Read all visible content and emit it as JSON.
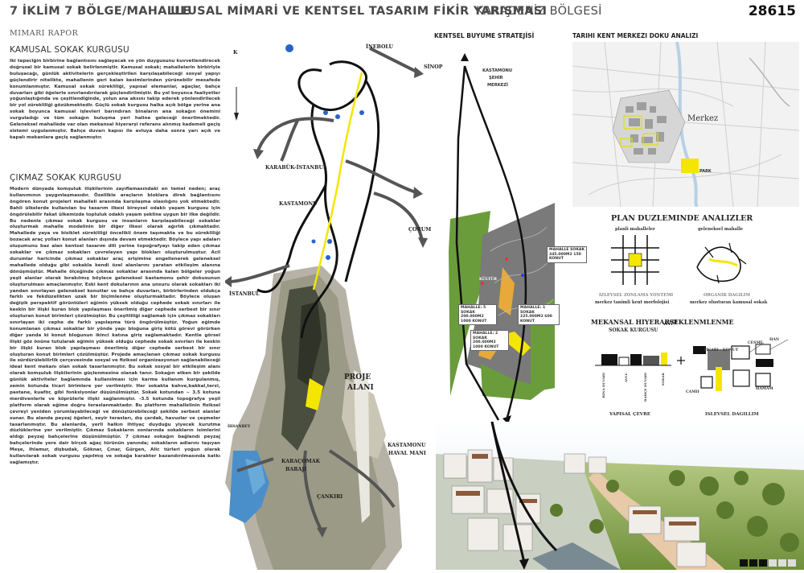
{
  "header": {
    "title_left": "7 İKLİM 7 BÖLGE/MAHALLE",
    "title_center": "ULUSAL MİMARİ VE KENTSEL TASARIM FİKİR YARIŞMASI",
    "title_region": "KARADENİZ BÖLGESİ",
    "entry_number": "28615",
    "subtitle": "MIMARI RAPOR"
  },
  "text_column": {
    "section1_title": "KAMUSAL SOKAK KURGUSU",
    "section1_body": "Iki tepeciğin birbirine bağlantısını sağlayacak ve yön duygusunu kuvvetlendirecek doğrusal bir kamusal sokak belirlenmiştir. Kamusal sokak; mahallelerin birbiriyle buluşacağı, günlük aktivitelerin gerçekleştirilen karşılaşabileceği sosyal yapıyı güçlendirir nitelikte, mahallenin geri kalan kesimlerinden yürünebilir mesafede konumlanmıştır. Kamusal sokak sürekliliği, yapısal elemanlar, ağaçlar, bahçe duvarları gibi öğelerle sınırlandırılarak güçlendirilmiştir. Bu yol boyunca faaliyetler yoğunlaştığında ve çeşitlendiğinde, yolun ana aksını takip ederek yönlendirilecek bir yol sürekliliği gözükmektedir. Güçlü sokak kurgusu halka açık bölge yerine ana sokak boyunca kamusal işlevleri barındıran binaların ana sokağın önemini vurguladığı ve tüm sokağın buluşma yeri haline geleceği önerilmektedir. Geleneksel mahallede var olan mekansal hiyerarşi referans alınmış kademeli geçiş sistemi uygulanmıştır. Bahçe duvarı kapısı ile avluya daha sonra yarı açık ve kapalı mekanlara geçiş sağlanmıştır.",
    "section2_title": "ÇIKMAZ SOKAK KURGUSU",
    "section2_body": "Modern dünyada komşuluk ilişkilerinin zayıflamasındaki en temel neden; araç kullanımının yaygınlaşmasıdır. Özellikle araçların bloklara direk bağlantısını öngören konut projeleri mahalleli arasında karşılaşma olasılığını yok etmektedir. Bahli ülkelerde kullanılan bu tasarım ilkesi bireysel odaklı yaşam kurgusu için öngörülebilir fakat ülkemizde topluluk odaklı yaşam şekline uygun bir ilke değildir. Bu nedenle çıkmaz sokak kurgusu ve insanların karşılaşabileceği sokaklar oluşturmak mahalle modelinin bir diğer ilkesi olarak ağırlık çıkmaktadır. Mahallede yaya ve bisiklet sürekliliği öncelikli önem taşımakta ve bu sürekliliği bozacak araç yolları konut alanları dışında devam etmektedir. Böylece yapı adaları oluşumunu baz alan kentsel tasarım dili yerine topoğrafyayı takip eden çıkmaz sokaklar ve çıkmaz sokakları çevreleyen yapı blokları oluşturulmuştur. Acil durumlar haricinde çıkmaz sokaklar araç erişimine engellenerek geleneksel mahallede olduğu gibi sokakla kendi özel alanlarını yaratan etkileşim alanına dönüşmüştür. Mahalle ölçeğinde çıkmaz sokaklar arasında kalan bölgeler yoğun yeşil alanlar olarak bırakılmış böylece geleneksel kastamonu şehir dokusunun oluşturulması amaçlanmıştır. Eski kent dokularının ana unsuru olarak sokakları iki yandan sınırlayan geleneksel konutlar ve bahçe duvarları, birbirlerinden oldukça farklı ve fekdüzelikten uzak bir biçimlenme oluşturmaktadır. Böylece oluşan değişik perspektif görüntüleri eğimin yüksek olduğu cephede sokak sınırları ile keskin bir ilişki kuran blok yapılaşması önerilmiş diğer cephede serbest bir sınır oluşturan konut birimleri çözülmüştür. Bu çeşitliliği sağlamak için çıkmaz sokakları sınırlayan iki cephe de farklı yapılaşma türü öngörülmüştür. Yoğun eğimde konumlanan çıkmaz sokaklar bir yönde yapı bloğuna giriş kötü görevi görürken diğer yanda ki konut bloğunun ikinci katına giriş sağlamaktadır. Kentle görsel ilişki göz önüne tutularak eğimin yüksek olduğu cephede sokak sınırları ile keskin bir ilişki kuran blok yapılaşması önerilmiş diğer cephede serbest bir sınır oluşturan konut birimleri çözülmüştür. Projede amaçlanan çıkmaz sokak kurgusu ile sürdürülebilirlik çerçevesinde sosyal ve fiziksel organizasyonun sağlanabileceği ideal kent mekanı olan sokak tasarlanmıştır. Bu sokak sosyal bir etkileşim alanı olarak komşuluk ilişkilerinin güçlenmesine olanak tanır. Sokağın etken bir şekilde günlük aktiviteler bağlamında kullanılması için karma kullanım kurgulanmış, zemin kotunda ticari birimlere yer verilmiştir. Her sokakta kahve,bakkal,terzi, pastane, kuaför, gibi fonksiyonlar düşünülmüştür. Sokak kotundan − 3.5 kotuna merdivenlerle ve köprülerle ilişki sağlanmıştır. -3.5 kotunda topoğrafya yeşil platform olarak eğime doğru teraslanmaktadır. Bu platform mahallelinin fiziksel çevreyi yeniden yorumlayabileceği ve dönüştürebileceği şekilde serbest alanlar sunar. Bu alanda peyzaj öğeleri, seyir terasları, dış çardak, havuzlar ve çeşmeler tasarlanmıştır. Bu alanlarda, yerli halkın ihtiyaç duyduğu yiyecek kurutma düzlüklerine yer verilmiştir. Çıkmaz Sokakların sonlarında sokakların isimlerini aldığı peyzaj bahçelerine düşünülmüştür. 7 çıkmaz sokağın bağlandı peyzaj bahçelerinde yere dair birçok ağaç türünün yanında; sokakların adlarını taşıyan Meşe, Ihlamur, dişbudak, Göknar, Çınar, Gürgen, Alic türleri yoğun olarak kullanılarak sokak vurgusu yapılmış ve sokağa karakter kazandırılmasında katkı sağlamıştır."
  },
  "map": {
    "labels": {
      "inebolu": "İNEBOLU",
      "sinop": "SİNOP",
      "karabuk": "KARABÜK-İSTANBUL",
      "kastamonu": "KASTAMONU",
      "corum": "ÇORUM",
      "istanbul": "İSTANBUL",
      "proje": "PROJE",
      "alani": "ALANI",
      "ihsanbey": "İHSANBEY",
      "karacomak": "KARAÇOMAK",
      "baraji": "BARAJI",
      "havalimani1": "KASTAMONU",
      "havalimani2": "HAVAL MANI",
      "cankiri": "ÇANKIRI",
      "north": "K"
    }
  },
  "strategy": {
    "title": "KENTSEL BUYUME STRATEJİSİ",
    "city_center_1": "KASTAMONU",
    "city_center_2": "ŞEHİR",
    "city_center_3": "MERKEZİ",
    "box1": "MAHALLE: 5 SOKAK 200.000M2 1000 KONUT",
    "box2": "MAHALLE: 2 SOKAK 200.000M2 1000 KONUT",
    "box3": "MAHALLE: 1 SOKAK 225.000M2 600 KONUT",
    "box4": "MAHALLE SOKAK 345.000M2 150 KONUT",
    "tag": "KÜLTÜR"
  },
  "historic": {
    "title": "TARIHI KENT MERKEZI DOKU ANALIZI",
    "merkez": "Merkez",
    "park": "PARK"
  },
  "plan": {
    "title": "PLAN DUZLEMINDE ANALIZLER",
    "planli": "planli mahalleler",
    "geleneksel": "geleneksel mahalle",
    "izlevsel": "IZLEVSEL ZONLAMA YONTEMI",
    "merkez_tanimli": "merkez tanimli kent morfolojisi",
    "organik": "ORGANIK DAGILIM",
    "merkez_olusturan": "merkez olusturan kamusal sokak"
  },
  "spatial": {
    "title": "MEKANSAL HIYERARSI",
    "slashes": "////EKLENMLENME",
    "subtitle": "SOKAK KURGUSU",
    "han": "HAN",
    "cesme": "CESME",
    "ticari": "TICARI - KONUT",
    "camii": "CAMII",
    "hamam": "HAMAM",
    "bina": "BINA DUVARI",
    "avlu": "AVLU",
    "bahce": "BAHÇE DUVARI",
    "sokak": "SOKAK",
    "yapisal": "YAPISAL ÇEVRE",
    "islevsel": "ISLEVSEL DAGILLIM"
  },
  "pager": {
    "count": 6,
    "active": 3
  }
}
